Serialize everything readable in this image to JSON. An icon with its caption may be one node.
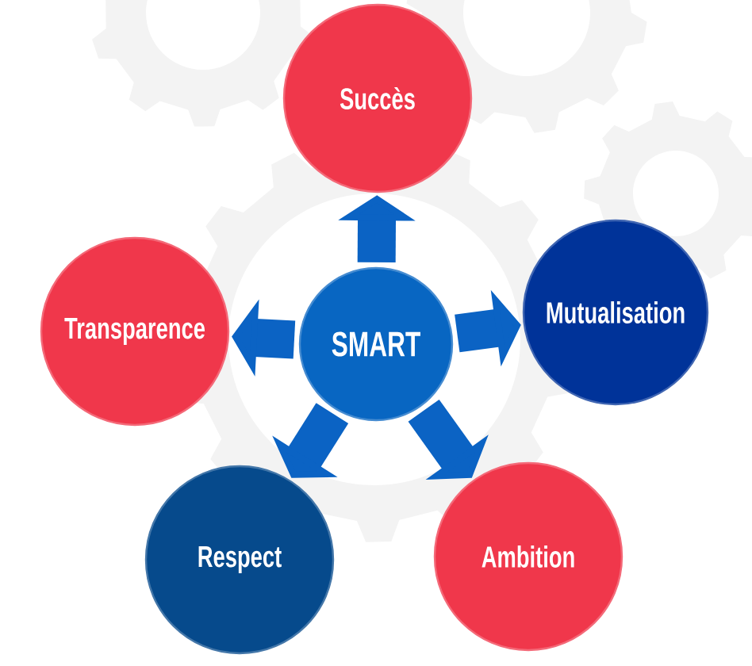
{
  "diagram": {
    "nodes": [
      {
        "text": [
          "SMART"
        ]
      },
      {
        "text": [
          "Succès"
        ]
      },
      {
        "text": [
          "Transparence"
        ]
      },
      {
        "text": [
          "Mutualisation"
        ]
      },
      {
        "text": [
          "Respect"
        ]
      },
      {
        "text": [
          "Ambition"
        ]
      }
    ],
    "edges": [
      {
        "from": 0,
        "to": 1,
        "arrow": "to"
      },
      {
        "from": 0,
        "to": 2,
        "arrow": "to"
      },
      {
        "from": 0,
        "to": 3,
        "arrow": "to"
      },
      {
        "from": 0,
        "to": 4,
        "arrow": "to"
      },
      {
        "from": 0,
        "to": 5,
        "arrow": "to"
      }
    ]
  }
}
